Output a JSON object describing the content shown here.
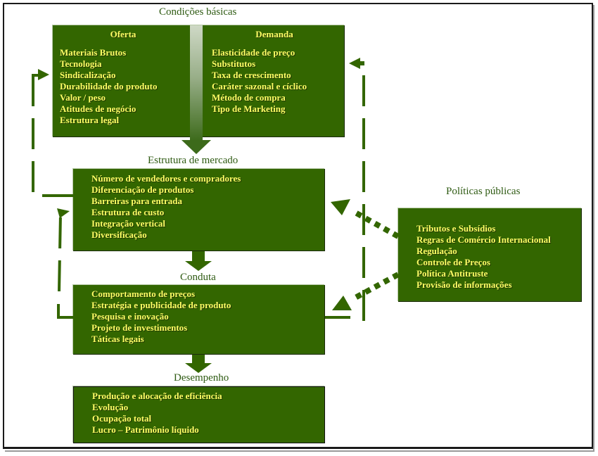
{
  "colors": {
    "box_fill": "#336600",
    "box_text": "#ffff66",
    "label_text": "#2e5a12",
    "connector": "#336600"
  },
  "basic_conditions": {
    "title": "Condições básicas",
    "supply": {
      "title": "Oferta",
      "items": [
        "Materiais Brutos",
        "Tecnologia",
        "Sindicalização",
        "Durabilidade do produto",
        "Valor / peso",
        "Atitudes de negócio",
        "Estrutura legal"
      ]
    },
    "demand": {
      "title": "Demanda",
      "items": [
        "Elasticidade de preço",
        "Substitutos",
        "Taxa de crescimento",
        "Caráter sazonal e cíclico",
        "Método de compra",
        "Tipo de Marketing"
      ]
    }
  },
  "market_structure": {
    "title": "Estrutura de mercado",
    "items": [
      "Número de vendedores e compradores",
      "Diferenciação de produtos",
      "Barreiras para entrada",
      "Estrutura de custo",
      "Integração vertical",
      "Diversificação"
    ]
  },
  "conduct": {
    "title": "Conduta",
    "items": [
      "Comportamento de preços",
      "Estratégia e publicidade de produto",
      "Pesquisa e inovação",
      "Projeto de investimentos",
      "Táticas legais"
    ]
  },
  "performance": {
    "title": "Desempenho",
    "items": [
      "Produção e alocação de eficiência",
      "Evolução",
      "Ocupação total",
      "Lucro – Patrimônio líquido"
    ]
  },
  "public_policy": {
    "title": "Políticas públicas",
    "items": [
      "Tributos e Subsídios",
      "Regras de Comércio Internacional",
      "Regulação",
      "Controle de Preços",
      "Política Antitruste",
      "Provisão de informações"
    ]
  }
}
